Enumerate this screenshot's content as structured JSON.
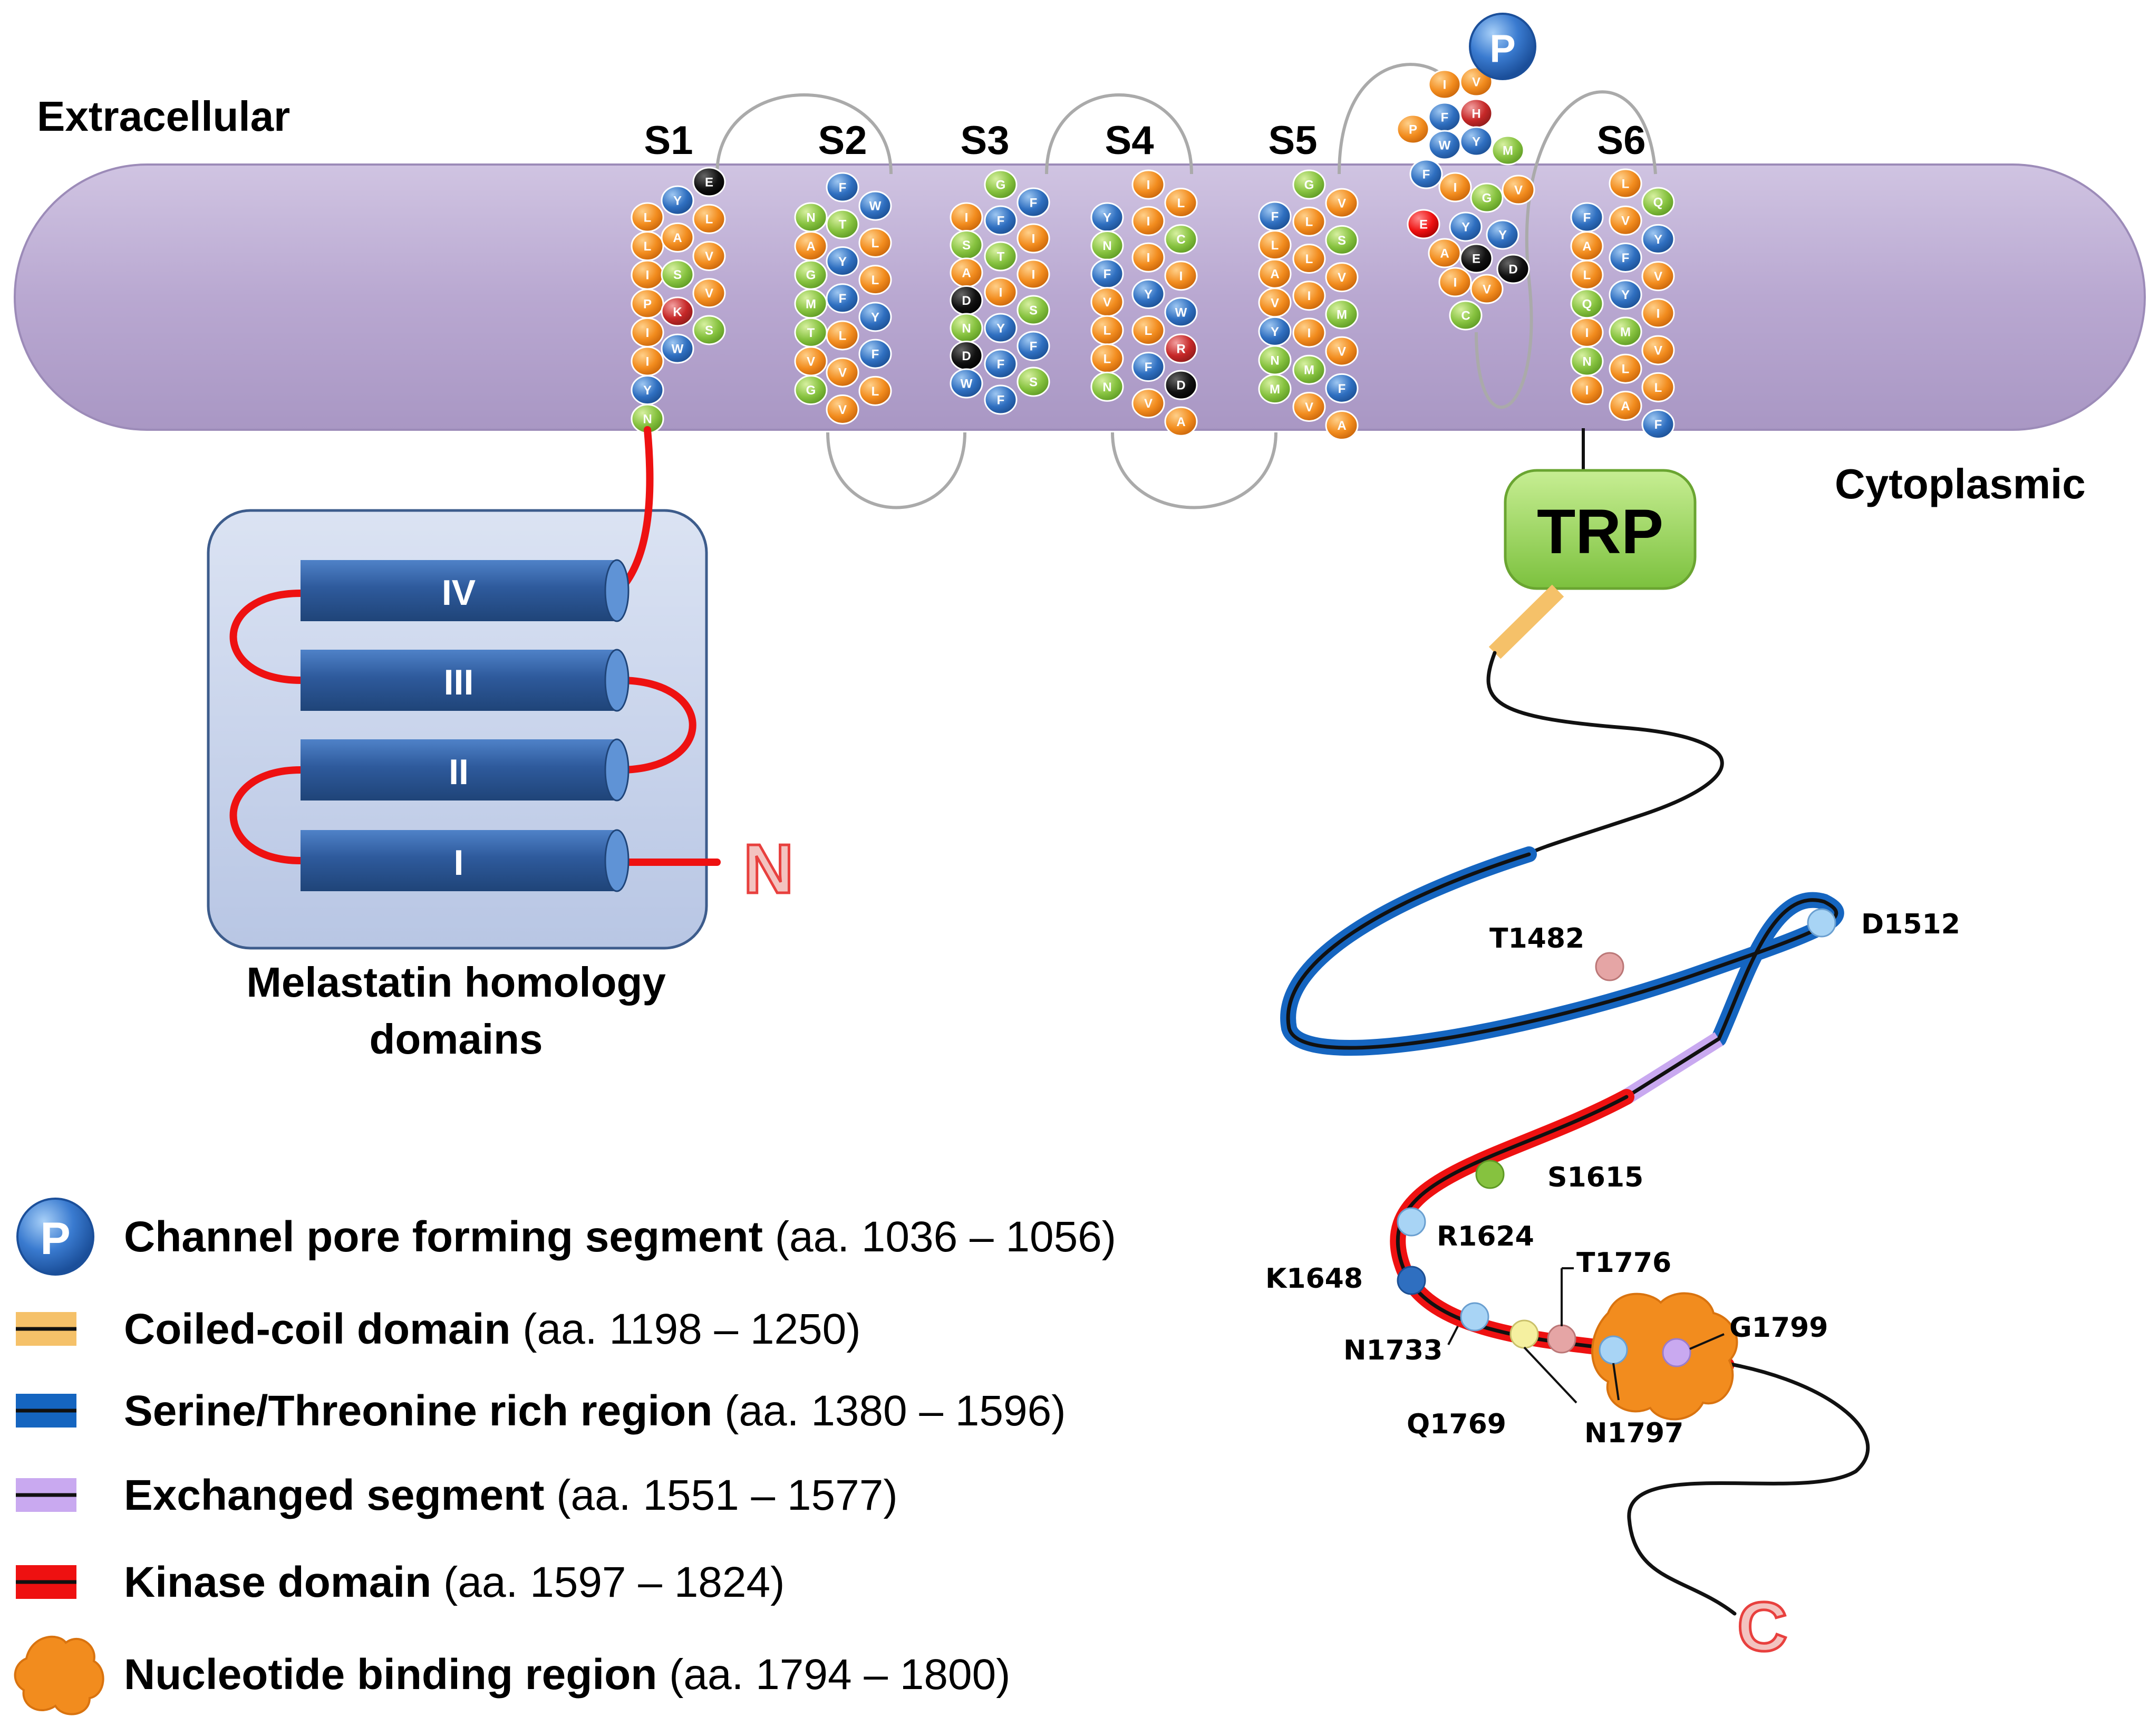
{
  "labels": {
    "extracellular": "Extracellular",
    "cytoplasmic": "Cytoplasmic",
    "segments": [
      "S1",
      "S2",
      "S3",
      "S4",
      "S5",
      "S6"
    ],
    "trp": "TRP",
    "pore_badge": "P",
    "n_terminus": "N",
    "c_terminus": "C",
    "mhd_title_line1": "Melastatin homology",
    "mhd_title_line2": "domains",
    "mhd_domains": [
      "IV",
      "III",
      "II",
      "I"
    ]
  },
  "residues": {
    "S1": {
      "left": [
        "L",
        "L",
        "I",
        "P",
        "I",
        "I",
        "Y",
        "N"
      ],
      "right": [
        "E",
        "Y",
        "L",
        "A",
        "V",
        "S",
        "V",
        "K",
        "S",
        "W"
      ]
    },
    "S2": {
      "left": [
        "N",
        "A",
        "G",
        "M",
        "T",
        "V",
        "G"
      ],
      "right": [
        "F",
        "W",
        "T",
        "L",
        "Y",
        "L",
        "F",
        "Y",
        "L",
        "F",
        "V",
        "L",
        "V"
      ]
    },
    "S3": {
      "left": [
        "I",
        "S",
        "A",
        "D",
        "N",
        "D",
        "W"
      ],
      "right": [
        "G",
        "F",
        "F",
        "I",
        "T",
        "I",
        "I",
        "S",
        "Y",
        "F",
        "F",
        "S",
        "F"
      ]
    },
    "S4": {
      "left": [
        "Y",
        "N",
        "F",
        "V",
        "L",
        "L",
        "N"
      ],
      "right": [
        "I",
        "L",
        "I",
        "C",
        "I",
        "I",
        "Y",
        "W",
        "L",
        "R",
        "F",
        "D",
        "V",
        "A"
      ]
    },
    "S5": {
      "left": [
        "F",
        "L",
        "A",
        "V",
        "Y",
        "N",
        "M"
      ],
      "right": [
        "G",
        "V",
        "L",
        "S",
        "L",
        "V",
        "I",
        "M",
        "I",
        "V",
        "M",
        "F",
        "V",
        "A"
      ]
    },
    "S6": {
      "left": [
        "F",
        "A",
        "L",
        "Q",
        "I",
        "N",
        "I"
      ],
      "right": [
        "L",
        "Q",
        "V",
        "Y",
        "F",
        "V",
        "Y",
        "I",
        "M",
        "V",
        "L",
        "L",
        "A",
        "F"
      ]
    },
    "pore": [
      "I",
      "V",
      "H",
      "F",
      "P",
      "W",
      "Y",
      "M",
      "F",
      "I",
      "G",
      "V",
      "E",
      "Y",
      "Y",
      "A",
      "E",
      "D",
      "I",
      "V",
      "C"
    ]
  },
  "sites": {
    "T1482": "T1482",
    "D1512": "D1512",
    "S1615": "S1615",
    "R1624": "R1624",
    "K1648": "K1648",
    "T1776": "T1776",
    "N1733": "N1733",
    "G1799": "G1799",
    "Q1769": "Q1769",
    "N1797": "N1797"
  },
  "legend": [
    {
      "icon": "pore",
      "name": "Channel pore forming segment",
      "range": "(aa. 1036 – 1056)"
    },
    {
      "icon": "coiled",
      "name": "Coiled-coil domain",
      "range": "(aa. 1198 – 1250)"
    },
    {
      "icon": "serine",
      "name": "Serine/Threonine rich region",
      "range": "(aa. 1380 – 1596)"
    },
    {
      "icon": "exchanged",
      "name": "Exchanged segment",
      "range": "(aa. 1551 – 1577)"
    },
    {
      "icon": "kinase",
      "name": "Kinase domain",
      "range": "(aa. 1597 – 1824)"
    },
    {
      "icon": "nucleotide",
      "name": "Nucleotide binding region",
      "range": "(aa. 1794 – 1800)"
    }
  ],
  "colors": {
    "membrane": "#b9a8d1",
    "trp_box": "#8fd14f",
    "coiled_coil": "#f5c169",
    "serine": "#1565c0",
    "exchanged": "#c9a9f0",
    "kinase": "#ee1111",
    "nucleotide": "#f28c1e",
    "mhd_box": "#c9d4ec",
    "mhd_cylinder": "#2e5a9c",
    "terminus_text": "#e8403e"
  }
}
